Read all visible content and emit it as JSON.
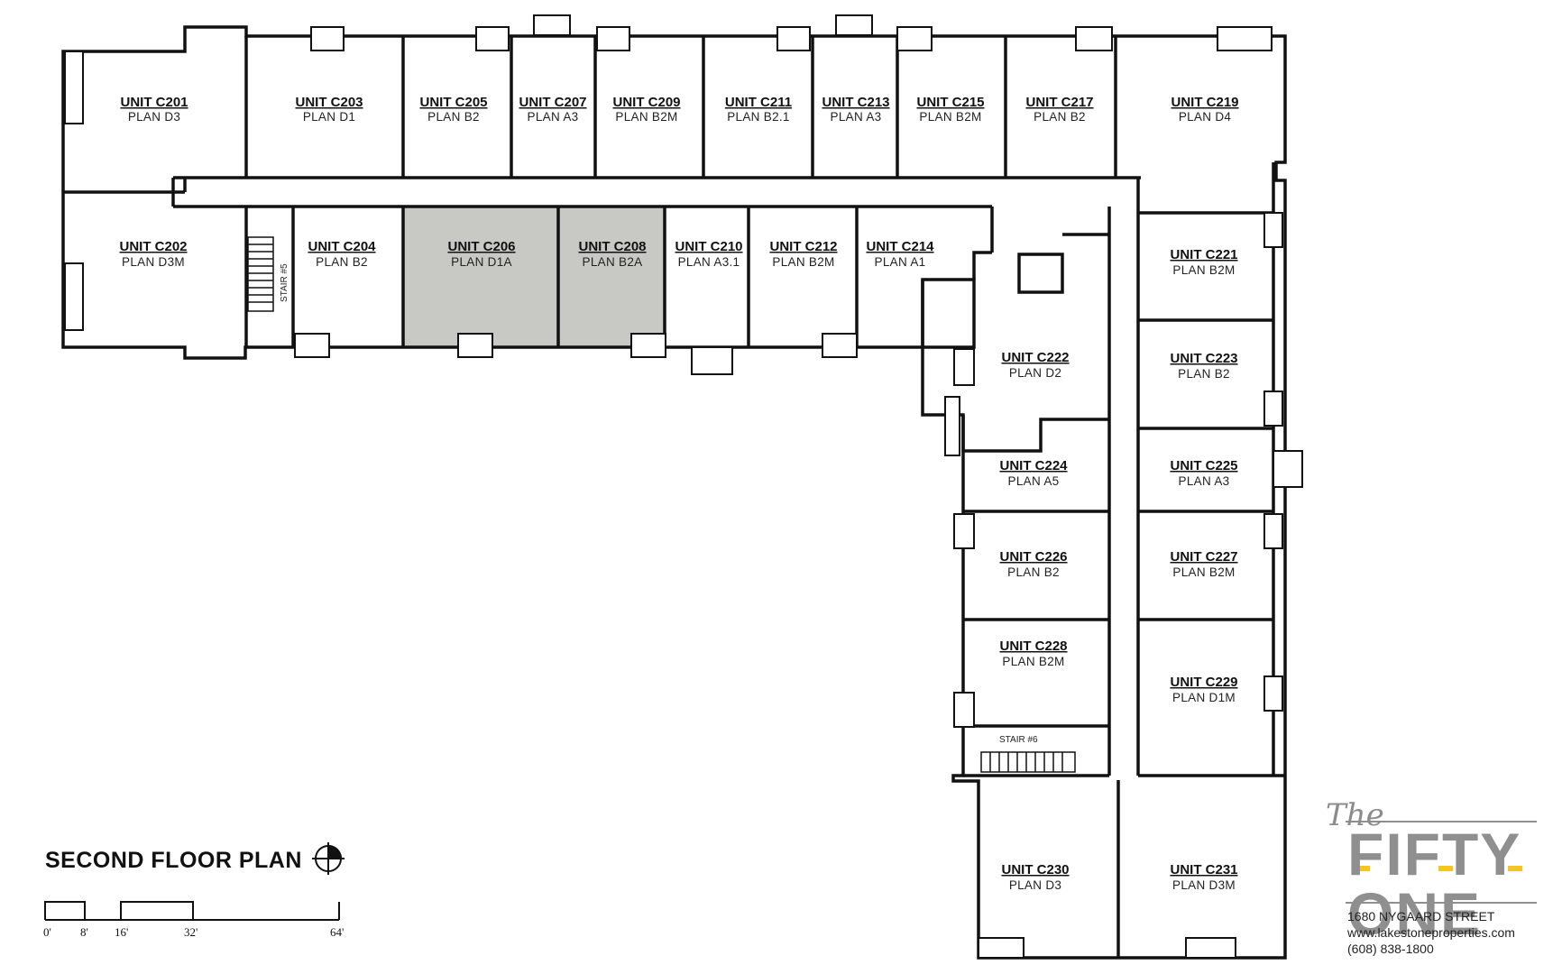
{
  "plan_title": "SECOND FLOOR PLAN",
  "scale_labels": [
    "0'",
    "8'",
    "16'",
    "32'",
    "64'"
  ],
  "stairs": {
    "stair5": "STAIR #5",
    "stair6": "STAIR #6"
  },
  "colors": {
    "wall": "#111111",
    "highlight": "#c8c8c4",
    "logo_gray": "#8f8f8f",
    "logo_accent": "#f2c81e"
  },
  "icons": {
    "north": "north-arrow-icon"
  },
  "brand": {
    "the": "The",
    "name": "FIFTY ONE",
    "address": "1680 NYGAARD STREET",
    "website": "www.lakestoneproperties.com",
    "phone": "(608) 838-1800"
  },
  "units": [
    {
      "unit": "UNIT C201",
      "plan": "PLAN D3"
    },
    {
      "unit": "UNIT C203",
      "plan": "PLAN D1"
    },
    {
      "unit": "UNIT C205",
      "plan": "PLAN B2"
    },
    {
      "unit": "UNIT C207",
      "plan": "PLAN A3"
    },
    {
      "unit": "UNIT C209",
      "plan": "PLAN B2M"
    },
    {
      "unit": "UNIT C211",
      "plan": "PLAN B2.1"
    },
    {
      "unit": "UNIT C213",
      "plan": "PLAN A3"
    },
    {
      "unit": "UNIT C215",
      "plan": "PLAN B2M"
    },
    {
      "unit": "UNIT C217",
      "plan": "PLAN B2"
    },
    {
      "unit": "UNIT C219",
      "plan": "PLAN D4"
    },
    {
      "unit": "UNIT C202",
      "plan": "PLAN D3M"
    },
    {
      "unit": "UNIT C204",
      "plan": "PLAN B2"
    },
    {
      "unit": "UNIT C206",
      "plan": "PLAN D1A",
      "highlighted": true
    },
    {
      "unit": "UNIT C208",
      "plan": "PLAN B2A",
      "highlighted": true
    },
    {
      "unit": "UNIT C210",
      "plan": "PLAN A3.1"
    },
    {
      "unit": "UNIT C212",
      "plan": "PLAN B2M"
    },
    {
      "unit": "UNIT C214",
      "plan": "PLAN A1"
    },
    {
      "unit": "UNIT C221",
      "plan": "PLAN B2M"
    },
    {
      "unit": "UNIT C222",
      "plan": "PLAN D2"
    },
    {
      "unit": "UNIT C223",
      "plan": "PLAN B2"
    },
    {
      "unit": "UNIT C224",
      "plan": "PLAN A5"
    },
    {
      "unit": "UNIT C225",
      "plan": "PLAN A3"
    },
    {
      "unit": "UNIT C226",
      "plan": "PLAN B2"
    },
    {
      "unit": "UNIT C227",
      "plan": "PLAN B2M"
    },
    {
      "unit": "UNIT C228",
      "plan": "PLAN B2M"
    },
    {
      "unit": "UNIT C229",
      "plan": "PLAN D1M"
    },
    {
      "unit": "UNIT C230",
      "plan": "PLAN D3"
    },
    {
      "unit": "UNIT C231",
      "plan": "PLAN D3M"
    }
  ]
}
